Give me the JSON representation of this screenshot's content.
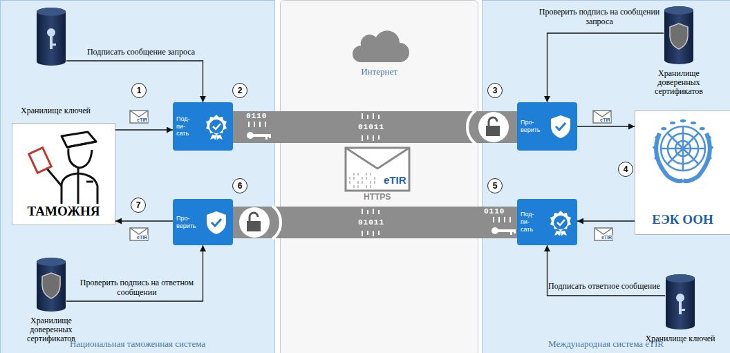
{
  "diagram": {
    "nodes": [
      {
        "text": [
          "Национальная таможенная система"
        ]
      },
      {
        "text": [
          "Интернет"
        ]
      },
      {
        "text": [
          "Международная система eTIR"
        ]
      },
      {
        "text": [
          "Хранилище ключей"
        ],
        "in": 0
      },
      {
        "text": [
          "Под- пи- сать"
        ],
        "in": 0
      },
      {
        "text": [
          "ТАМОЖНЯ"
        ],
        "in": 0
      },
      {
        "text": [
          "Про- верить"
        ],
        "in": 0
      },
      {
        "text": [
          "Хранилище доверенных сертификатов"
        ],
        "in": 0
      },
      {
        "text": [
          "Про- верить"
        ],
        "in": 2
      },
      {
        "text": [
          "Хранилище доверенных сертификатов"
        ],
        "in": 2
      },
      {
        "text": [
          "ЕЭК ООН"
        ],
        "in": 2
      },
      {
        "text": [
          "Под- пи- сать"
        ],
        "in": 2
      },
      {
        "text": [
          "Хранилище ключей"
        ],
        "in": 2
      }
    ],
    "edges": [
      {
        "from": 3,
        "to": 4,
        "label": "Подписать сообщение запроса",
        "arrow": "to"
      },
      {
        "from": 5,
        "to": 4,
        "arrow": "to"
      },
      {
        "from": 4,
        "to": 8,
        "arrow": "none"
      },
      {
        "from": 9,
        "to": 8,
        "label": "Проверить подпись на сообщении запроса",
        "arrow": "to"
      },
      {
        "from": 8,
        "to": 10,
        "arrow": "to"
      },
      {
        "from": 10,
        "to": 11,
        "arrow": "to"
      },
      {
        "from": 12,
        "to": 11,
        "label": "Подписать ответное сообщение",
        "arrow": "to"
      },
      {
        "from": 11,
        "to": 6,
        "arrow": "none"
      },
      {
        "from": 7,
        "to": 6,
        "label": "Проверить подпись на ответном сообщении",
        "arrow": "to"
      },
      {
        "from": 6,
        "to": 5,
        "arrow": "to"
      }
    ],
    "labels": [
      "1",
      "2",
      "3",
      "4",
      "5",
      "6",
      "7",
      "eTIR",
      "eTIR",
      "eTIR",
      "eTIR",
      "eTIR",
      "0110",
      "01011",
      "01011",
      "0110",
      "HTTPS"
    ]
  }
}
